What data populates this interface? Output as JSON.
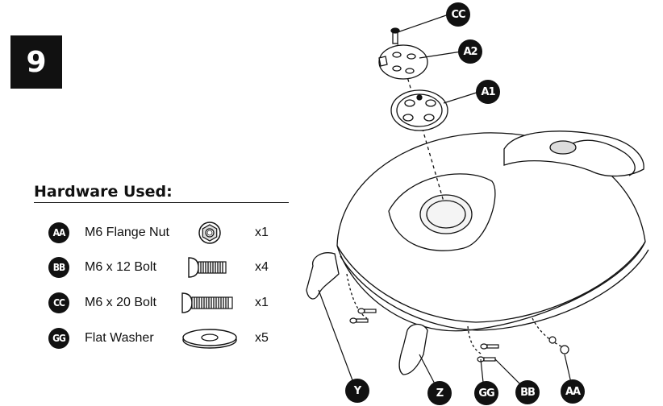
{
  "step": {
    "number": "9"
  },
  "hardware": {
    "title": "Hardware Used:",
    "items": [
      {
        "code": "AA",
        "name": "M6 Flange Nut",
        "qty": "x1",
        "icon": "flange-nut-icon"
      },
      {
        "code": "BB",
        "name": "M6 x 12 Bolt",
        "qty": "x4",
        "icon": "short-bolt-icon"
      },
      {
        "code": "CC",
        "name": "M6 x 20 Bolt",
        "qty": "x1",
        "icon": "long-bolt-icon"
      },
      {
        "code": "GG",
        "name": "Flat Washer",
        "qty": "x5",
        "icon": "flat-washer-icon"
      }
    ]
  },
  "diagram": {
    "callouts": {
      "cc": "CC",
      "a2": "A2",
      "a1": "A1",
      "y": "Y",
      "z": "Z",
      "gg": "GG",
      "bb": "BB",
      "aa": "AA"
    }
  }
}
